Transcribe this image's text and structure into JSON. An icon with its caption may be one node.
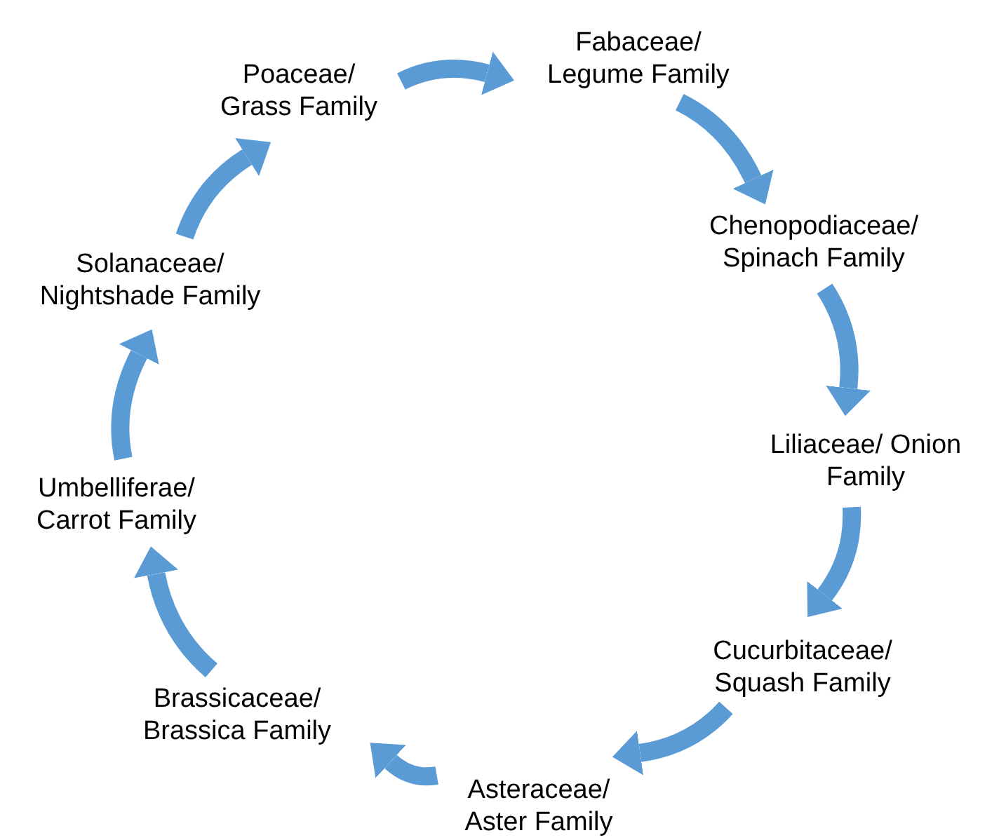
{
  "diagram": {
    "nodes": [
      {
        "text": [
          "Poaceae/ Grass Family"
        ]
      },
      {
        "text": [
          "Fabaceae/ Legume Family"
        ]
      },
      {
        "text": [
          "Chenopodiaceae/ Spinach Family"
        ]
      },
      {
        "text": [
          "Liliaceae/ Onion Family"
        ]
      },
      {
        "text": [
          "Cucurbitaceae/ Squash Family"
        ]
      },
      {
        "text": [
          "Asteraceae/ Aster Family"
        ]
      },
      {
        "text": [
          "Brassicaceae/ Brassica Family"
        ]
      },
      {
        "text": [
          "Umbelliferae/ Carrot Family"
        ]
      },
      {
        "text": [
          "Solanaceae/ Nightshade Family"
        ]
      }
    ],
    "edges": [
      {
        "from": 0,
        "to": 1,
        "arrow": "to"
      },
      {
        "from": 1,
        "to": 2,
        "arrow": "to"
      },
      {
        "from": 2,
        "to": 3,
        "arrow": "to"
      },
      {
        "from": 3,
        "to": 4,
        "arrow": "to"
      },
      {
        "from": 4,
        "to": 5,
        "arrow": "to"
      },
      {
        "from": 5,
        "to": 6,
        "arrow": "to"
      },
      {
        "from": 6,
        "to": 7,
        "arrow": "to"
      },
      {
        "from": 7,
        "to": 8,
        "arrow": "to"
      },
      {
        "from": 8,
        "to": 0,
        "arrow": "to"
      }
    ]
  }
}
